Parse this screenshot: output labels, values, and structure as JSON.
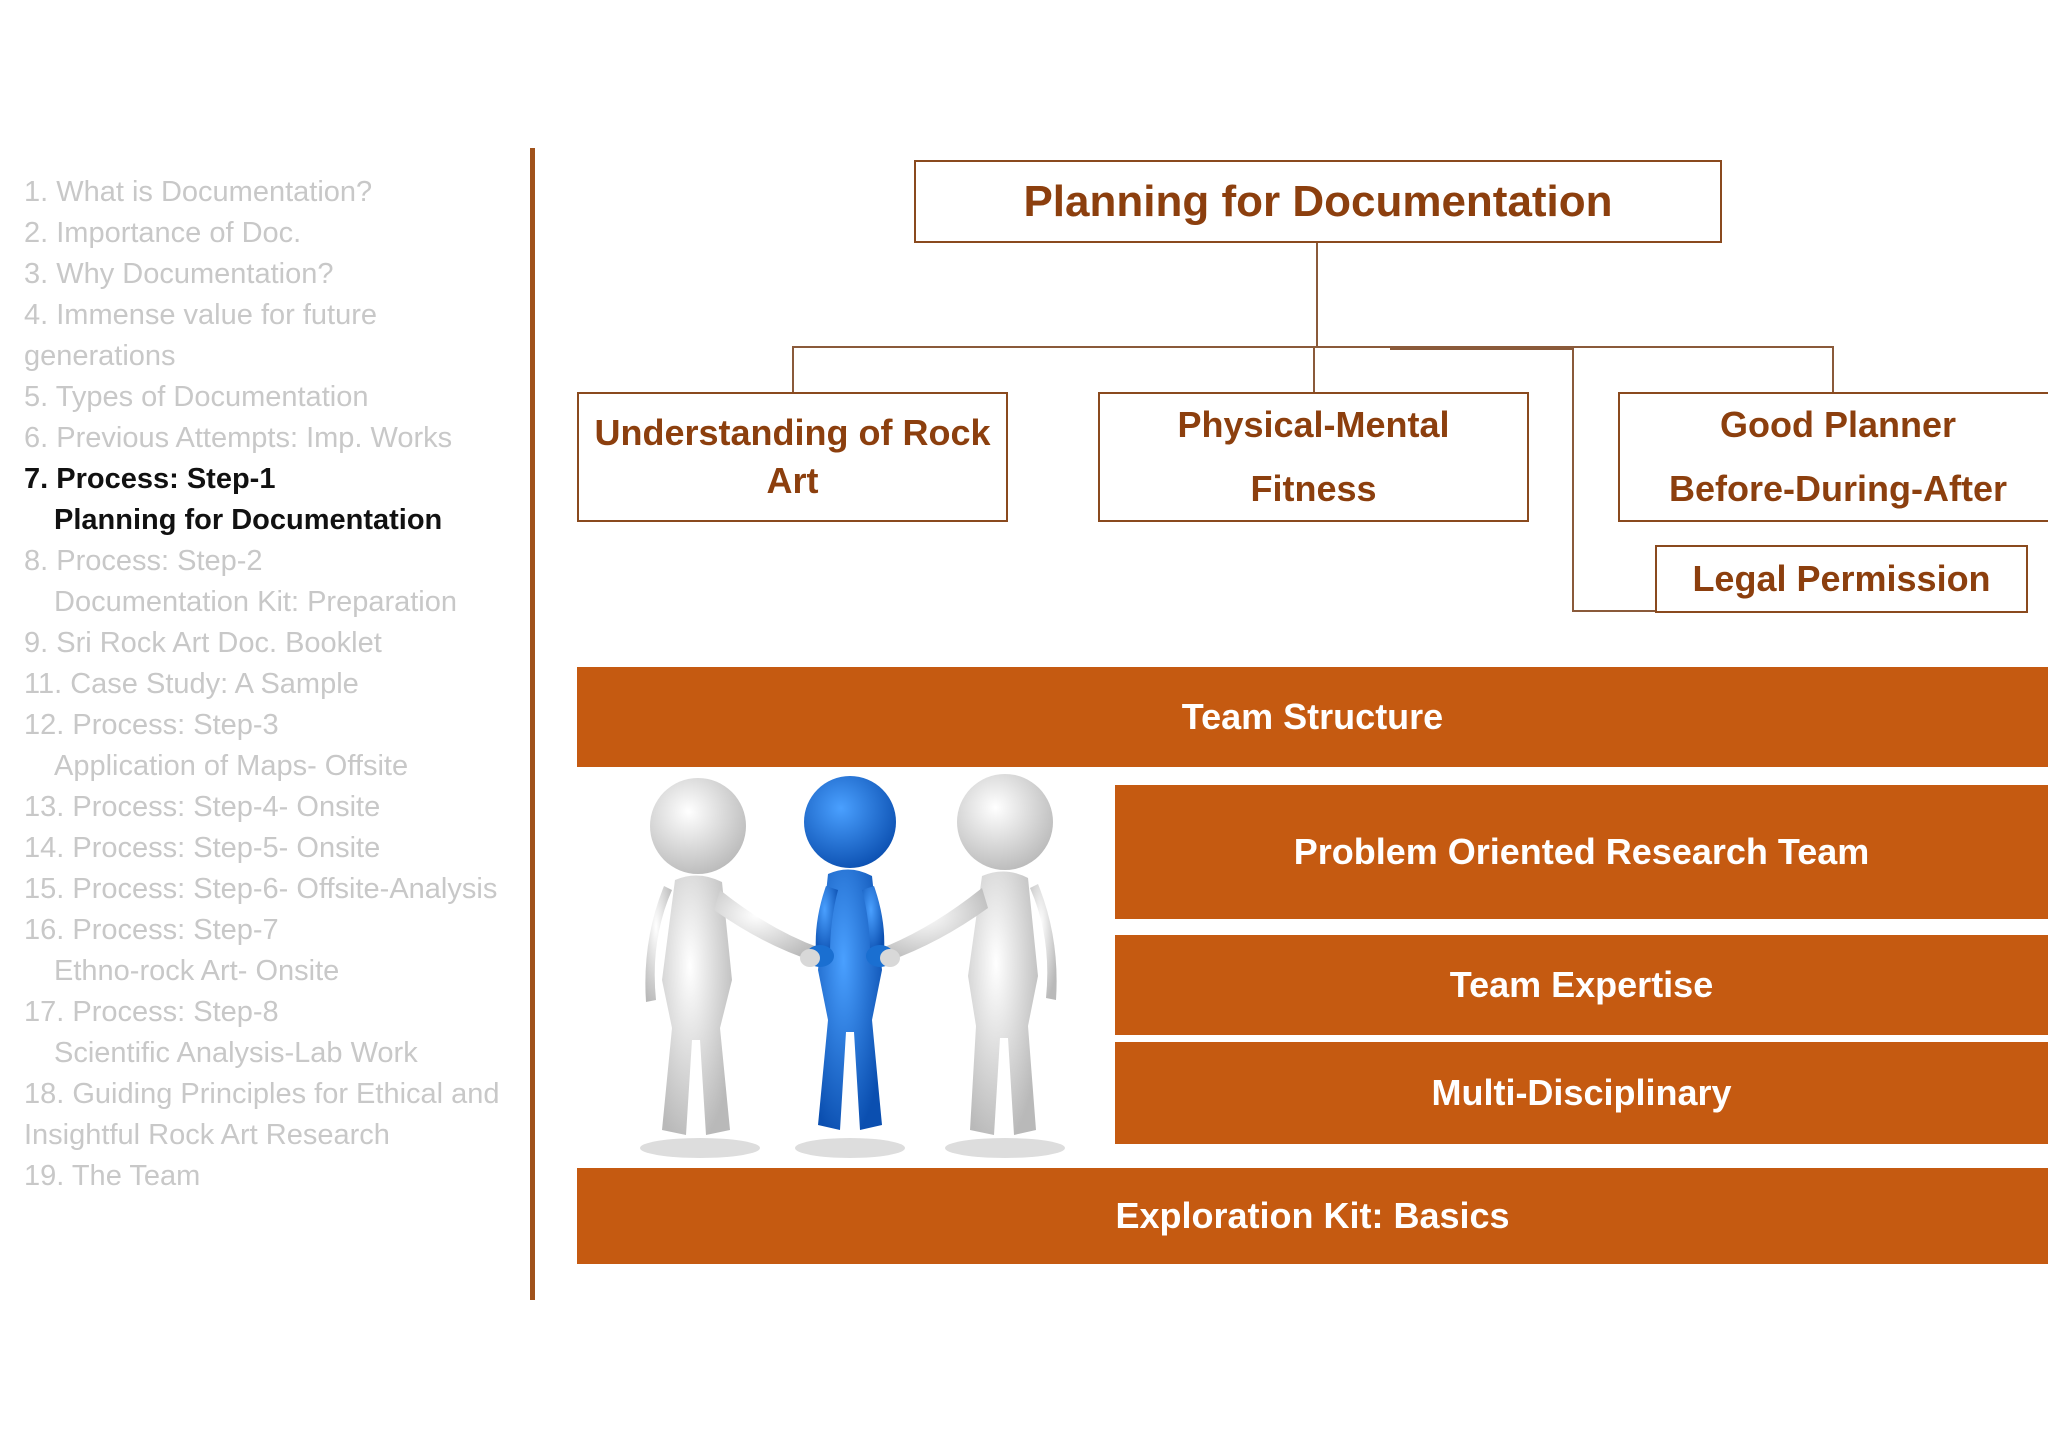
{
  "agenda": {
    "items": [
      {
        "lines": [
          "1. What is Documentation?"
        ],
        "active": false
      },
      {
        "lines": [
          "2. Importance of Doc."
        ],
        "active": false
      },
      {
        "lines": [
          "3. Why Documentation?"
        ],
        "active": false
      },
      {
        "lines": [
          "4. Immense value for future generations"
        ],
        "active": false,
        "wrap": true
      },
      {
        "lines": [
          "5. Types of Documentation"
        ],
        "active": false
      },
      {
        "lines": [
          "6. Previous Attempts: Imp. Works"
        ],
        "active": false
      },
      {
        "lines": [
          "7. Process:  Step-1",
          "Planning  for Documentation"
        ],
        "active": true
      },
      {
        "lines": [
          "8. Process: Step-2",
          "Documentation Kit: Preparation"
        ],
        "active": false
      },
      {
        "lines": [
          "9. Sri Rock Art Doc. Booklet"
        ],
        "active": false
      },
      {
        "lines": [
          "11. Case Study: A Sample"
        ],
        "active": false
      },
      {
        "lines": [
          "12. Process: Step-3",
          "Application of Maps- Offsite"
        ],
        "active": false
      },
      {
        "lines": [
          "13. Process: Step-4- Onsite"
        ],
        "active": false
      },
      {
        "lines": [
          "14. Process: Step-5- Onsite"
        ],
        "active": false
      },
      {
        "lines": [
          "15. Process: Step-6- Offsite-Analysis"
        ],
        "active": false
      },
      {
        "lines": [
          "16. Process: Step-7",
          "Ethno-rock Art- Onsite"
        ],
        "active": false
      },
      {
        "lines": [
          "17. Process: Step-8",
          "Scientific Analysis-Lab Work"
        ],
        "active": false
      },
      {
        "lines": [
          "18. Guiding Principles for Ethical and Insightful Rock Art Research"
        ],
        "active": false,
        "wrap": true
      },
      {
        "lines": [
          "19. The Team"
        ],
        "active": false
      }
    ]
  },
  "diagram": {
    "root": "Planning for Documentation",
    "children": [
      {
        "lines": [
          "Understanding of Rock",
          "Art"
        ]
      },
      {
        "lines": [
          "Physical-Mental",
          "Fitness"
        ]
      },
      {
        "lines": [
          "Good Planner",
          "Before-During-After"
        ]
      }
    ],
    "legal": "Legal Permission"
  },
  "bars": {
    "team_structure": "Team Structure",
    "problem_team": "Problem Oriented Research Team",
    "expertise": "Team Expertise",
    "multi": "Multi-Disciplinary",
    "kit": "Exploration Kit: Basics"
  },
  "colors": {
    "accent": "#c55a11",
    "text_brown": "#8c3f0e",
    "figure_blue": "#1a6fd1",
    "figure_white": "#e8e8e8"
  }
}
